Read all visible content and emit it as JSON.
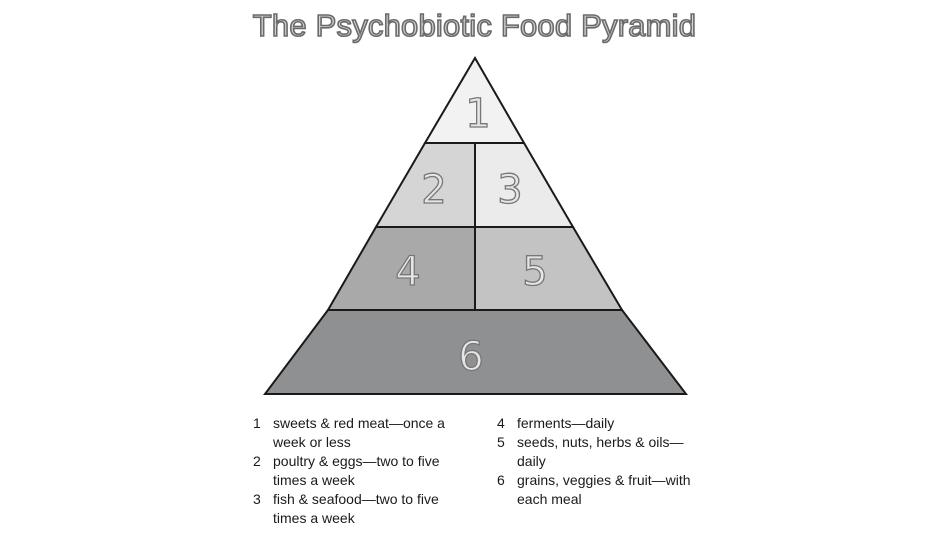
{
  "title": "The Psychobiotic Food Pyramid",
  "tiers": [
    {
      "number": "1",
      "color": "#f2f2f2"
    },
    {
      "number": "2",
      "color": "#d5d5d6"
    },
    {
      "number": "3",
      "color": "#ebebeb"
    },
    {
      "number": "4",
      "color": "#a9a9aa"
    },
    {
      "number": "5",
      "color": "#c3c3c4"
    },
    {
      "number": "6",
      "color": "#8f9092"
    }
  ],
  "legend": {
    "left": [
      {
        "number": "1",
        "text": "sweets & red meat—once a week or less"
      },
      {
        "number": "2",
        "text": "poultry & eggs—two to five times a week"
      },
      {
        "number": "3",
        "text": "fish & seafood—two to five times a week"
      }
    ],
    "right": [
      {
        "number": "4",
        "text": "ferments—daily"
      },
      {
        "number": "5",
        "text": "seeds, nuts, herbs & oils—daily"
      },
      {
        "number": "6",
        "text": "grains, veggies & fruit—with each meal"
      }
    ]
  }
}
